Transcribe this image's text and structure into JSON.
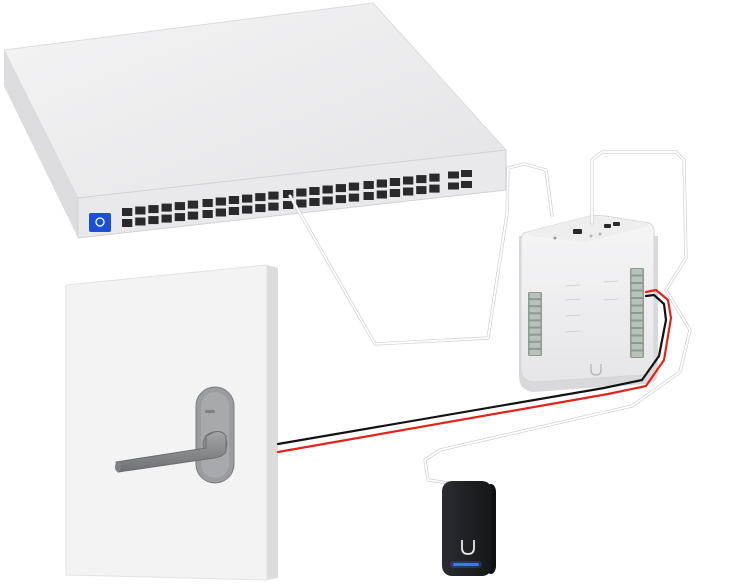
{
  "diagram": {
    "components": [
      {
        "id": "network-switch",
        "kind": "switch",
        "ports": 48,
        "sfp_ports": 4
      },
      {
        "id": "access-hub",
        "kind": "hub",
        "terminal_rows": 12
      },
      {
        "id": "door-lock",
        "kind": "lock"
      },
      {
        "id": "card-reader",
        "kind": "reader"
      }
    ],
    "colors": {
      "device_body": "#eeeeef",
      "device_edge": "#d8d8da",
      "port": "#2a2a2e",
      "cable_white": "#ffffff",
      "cable_red": "#e0241b",
      "cable_black": "#121212",
      "door": "#f3f3f4",
      "handle": "#8a8c90",
      "reader": "#1d1f23",
      "reader_led": "#2f7dff",
      "switch_badge": "#1b4fd6"
    }
  }
}
